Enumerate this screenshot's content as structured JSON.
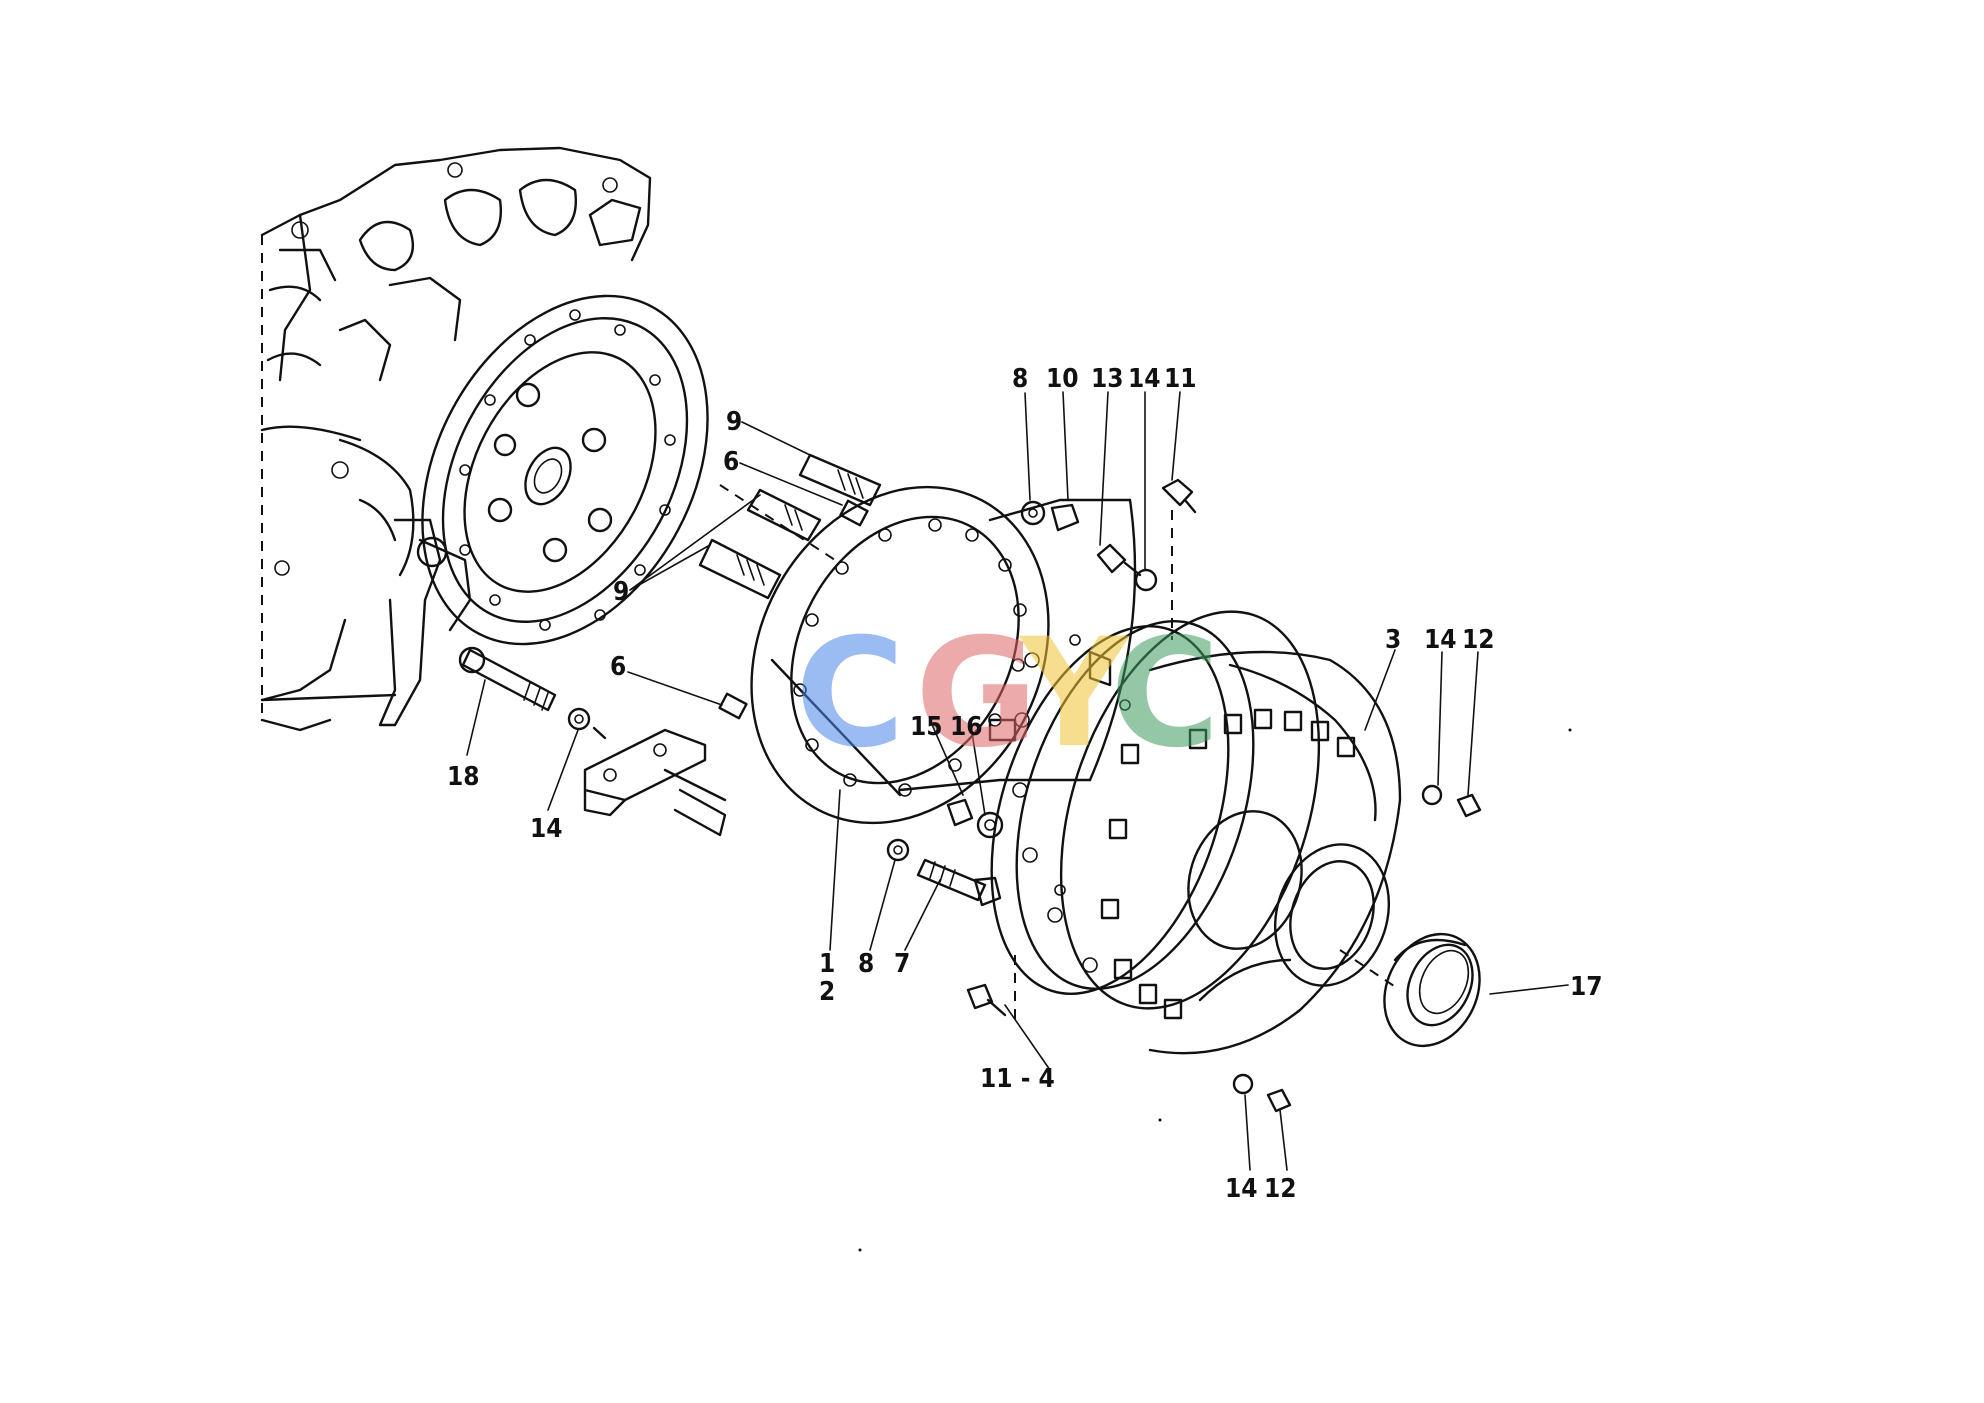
{
  "diagram": {
    "callouts": {
      "c9a": "9",
      "c6a": "6",
      "c9b": "9",
      "c8t": "8",
      "c10": "10",
      "c13": "13",
      "c14t": "14",
      "c11t": "11",
      "c3": "3",
      "c14r": "14",
      "c12r": "12",
      "c6b": "6",
      "c15": "15",
      "c16": "16",
      "c18": "18",
      "c14l": "14",
      "c1": "1",
      "c2": "2",
      "c8b": "8",
      "c7": "7",
      "c17": "17",
      "c114": "11 - 4",
      "c14b": "14",
      "c12b": "12"
    },
    "watermark": {
      "letters": [
        "C",
        "G",
        "Y",
        "C"
      ],
      "colors": [
        "#4a86e8",
        "#e06666",
        "#f1c232",
        "#3d9a5c"
      ]
    }
  }
}
